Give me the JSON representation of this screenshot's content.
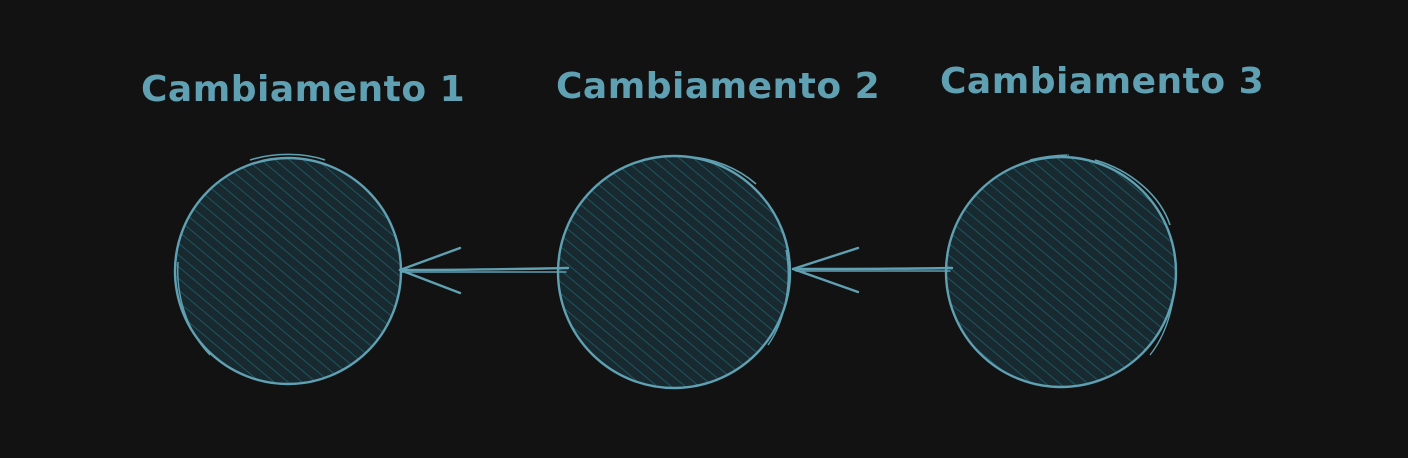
{
  "colors": {
    "background": "#121212",
    "stroke": "#5fa0b3",
    "hatch": "#1e5f6b",
    "fill": "#182a2f"
  },
  "nodes": [
    {
      "id": "c1",
      "label": "Cambiamento 1"
    },
    {
      "id": "c2",
      "label": "Cambiamento 2"
    },
    {
      "id": "c3",
      "label": "Cambiamento 3"
    }
  ],
  "edges": [
    {
      "from": "c2",
      "to": "c1"
    },
    {
      "from": "c3",
      "to": "c2"
    }
  ]
}
